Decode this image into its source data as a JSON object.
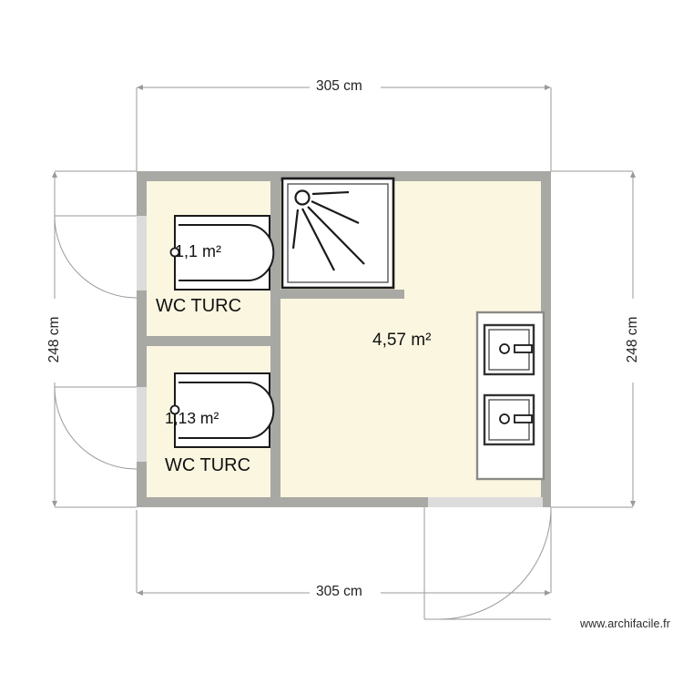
{
  "app": {
    "watermark": "www.archifacile.fr"
  },
  "dimensions": {
    "top": "305 cm",
    "bottom": "305 cm",
    "left": "248 cm",
    "right": "248 cm"
  },
  "rooms": [
    {
      "id": "wc-turc-top",
      "area": "1,1 m²",
      "name": "WC TURC",
      "fixture": "turkish-toilet"
    },
    {
      "id": "wc-turc-bottom",
      "area": "1,13 m²",
      "name": "WC TURC",
      "fixture": "turkish-toilet"
    },
    {
      "id": "main-bathroom",
      "area": "4,57 m²",
      "name": "",
      "fixture": "shower-and-sinks"
    }
  ],
  "fixtures": [
    {
      "id": "shower",
      "icon": "shower-icon"
    },
    {
      "id": "sink-top",
      "icon": "sink-icon"
    },
    {
      "id": "sink-bottom",
      "icon": "sink-icon"
    },
    {
      "id": "toilet-top",
      "icon": "turkish-toilet-icon"
    },
    {
      "id": "toilet-bottom",
      "icon": "turkish-toilet-icon"
    }
  ],
  "doors": [
    {
      "id": "door-wc-top",
      "swing": "left-outward"
    },
    {
      "id": "door-wc-bottom",
      "swing": "left-outward"
    },
    {
      "id": "door-main",
      "swing": "bottom-outward"
    }
  ],
  "colors": {
    "room_fill": "#faf6e0",
    "wall": "#a8a8a4",
    "door_opening": "#dcdcdc",
    "dimension_line": "#9a9a9a",
    "fixture_stroke": "#1a1a1a",
    "background": "#ffffff"
  }
}
